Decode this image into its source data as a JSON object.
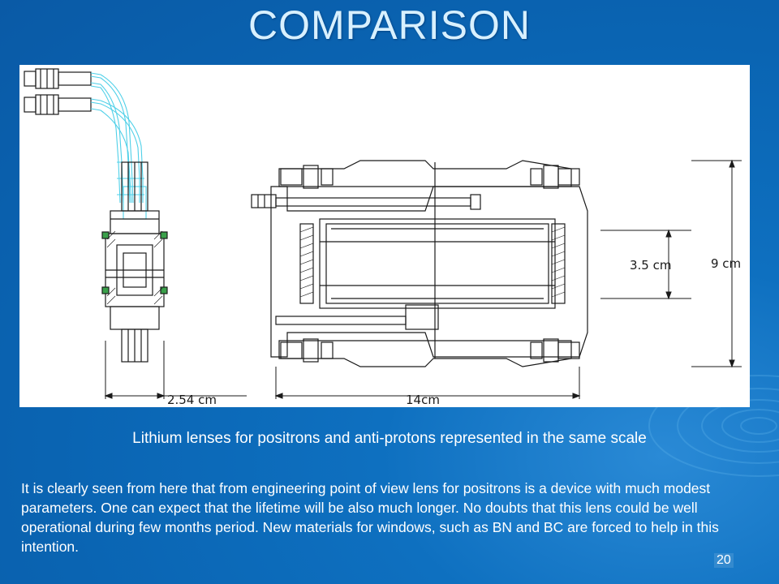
{
  "slide": {
    "title": "COMPARISON",
    "page_number": "20"
  },
  "drawing": {
    "dimension_small_lens_width": "2.54 cm",
    "dimension_large_lens_length": "14cm",
    "dimension_inner_diameter": "3.5 cm",
    "dimension_outer_diameter": "9 cm"
  },
  "caption": "Lithium lenses for positrons and anti-protons represented in the same scale",
  "body": " It is clearly seen from here that from engineering point of view lens for positrons is a device with much modest parameters. One can expect that the lifetime will be also much longer. No doubts that this lens could be well operational during few months period. New materials for windows, such as BN and BC are forced to help in this intention.",
  "colors": {
    "background": "#0b6ab8",
    "title": "#d8f0ff",
    "drawing_line": "#1a1a1a",
    "cooling_pipe": "#4fd0e8"
  }
}
